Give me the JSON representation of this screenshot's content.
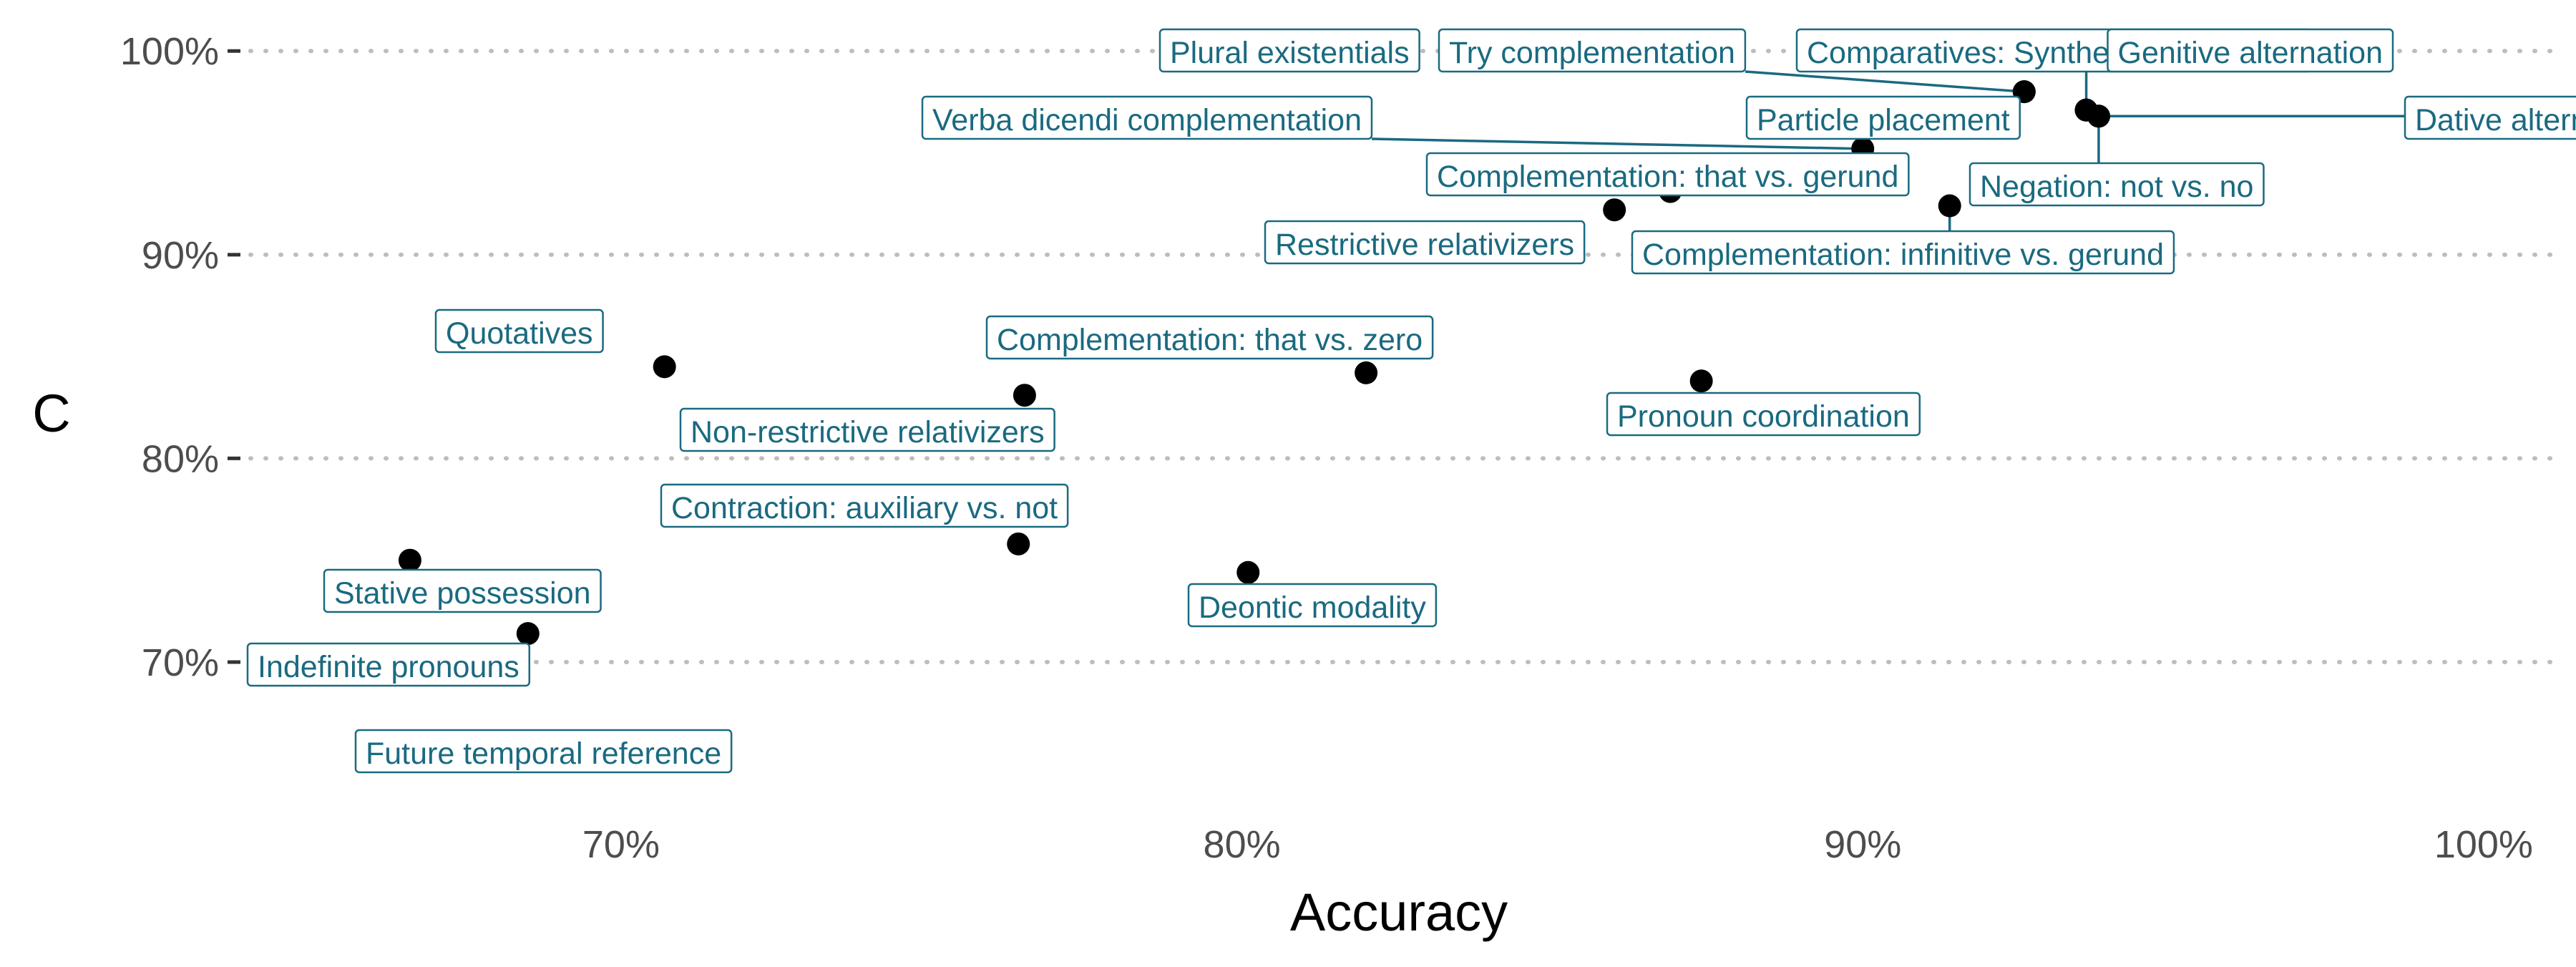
{
  "chart_data": {
    "type": "scatter",
    "xlabel": "Accuracy",
    "ylabel": "C",
    "xlim": [
      0.638,
      1.012
    ],
    "ylim": [
      0.635,
      1.018
    ],
    "x_ticks": [
      {
        "value": 0.7,
        "label": "70%"
      },
      {
        "value": 0.8,
        "label": "80%"
      },
      {
        "value": 0.9,
        "label": "90%"
      },
      {
        "value": 1.0,
        "label": "100%"
      }
    ],
    "y_ticks": [
      {
        "value": 0.7,
        "label": "70%"
      },
      {
        "value": 0.8,
        "label": "80%"
      },
      {
        "value": 0.9,
        "label": "90%"
      },
      {
        "value": 1.0,
        "label": "100%"
      }
    ],
    "grid": {
      "major_y": "dotted",
      "major_x": "none"
    },
    "label_color": "#1a6a80",
    "point_color": "#000000",
    "points": [
      {
        "name": "Plural existentials",
        "x": 0.926,
        "y": 0.98
      },
      {
        "name": "Try complementation",
        "x": 0.926,
        "y": 0.98
      },
      {
        "name": "Comparatives: Synthetic vs. analytic",
        "x": 0.936,
        "y": 0.971
      },
      {
        "name": "Dative alternation",
        "x": 0.938,
        "y": 0.968
      },
      {
        "name": "Genitive alternation",
        "x": 0.936,
        "y": 0.971
      },
      {
        "name": "Particle placement",
        "x": 0.936,
        "y": 0.971
      },
      {
        "name": "Negation: not vs. no",
        "x": 0.938,
        "y": 0.968
      },
      {
        "name": "Verba dicendi complementation",
        "x": 0.9,
        "y": 0.952
      },
      {
        "name": "Complementation: that vs. gerund",
        "x": 0.869,
        "y": 0.931
      },
      {
        "name": "Restrictive relativizers",
        "x": 0.86,
        "y": 0.922
      },
      {
        "name": "Complementation: infinitive vs. gerund",
        "x": 0.914,
        "y": 0.924
      },
      {
        "name": "Quotatives",
        "x": 0.707,
        "y": 0.845
      },
      {
        "name": "Complementation: that vs. zero",
        "x": 0.82,
        "y": 0.842
      },
      {
        "name": "Pronoun coordination",
        "x": 0.874,
        "y": 0.838
      },
      {
        "name": "Non-restrictive relativizers",
        "x": 0.765,
        "y": 0.831
      },
      {
        "name": "Contraction: auxiliary vs. not",
        "x": 0.764,
        "y": 0.758
      },
      {
        "name": "Deontic modality",
        "x": 0.801,
        "y": 0.744
      },
      {
        "name": "Stative possession",
        "x": 0.666,
        "y": 0.75
      },
      {
        "name": "Indefinite pronouns",
        "x": 0.685,
        "y": 0.714
      },
      {
        "name": "Future temporal reference",
        "x": 0.662,
        "y": 0.655
      }
    ]
  }
}
